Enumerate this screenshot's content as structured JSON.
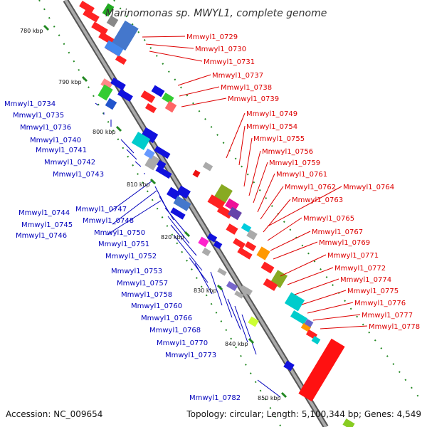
{
  "title": "Marinomonas sp. MWYL1, complete genome",
  "accession": "Accession: NC_009654",
  "summary": "Topology: circular; Length: 5,100,344 bp; Genes: 4,549",
  "colors": {
    "forward_label": "#dd0000",
    "reverse_label": "#0000bb",
    "backbone": "#888888",
    "tick": "#228822"
  },
  "ticks": [
    "780 kbp",
    "790 kbp",
    "800 kbp",
    "810 kbp",
    "820 kbp",
    "830 kbp",
    "840 kbp",
    "850 kbp"
  ],
  "forward_labels": [
    "Mmwyl1_0729",
    "Mmwyl1_0730",
    "Mmwyl1_0731",
    "Mmwyl1_0737",
    "Mmwyl1_0738",
    "Mmwyl1_0739",
    "Mmwyl1_0749",
    "Mmwyl1_0754",
    "Mmwyl1_0755",
    "Mmwyl1_0756",
    "Mmwyl1_0759",
    "Mmwyl1_0761",
    "Mmwyl1_0762",
    "Mmwyl1_0764",
    "Mmwyl1_0763",
    "Mmwyl1_0765",
    "Mmwyl1_0767",
    "Mmwyl1_0769",
    "Mmwyl1_0771",
    "Mmwyl1_0772",
    "Mmwyl1_0774",
    "Mmwyl1_0775",
    "Mmwyl1_0776",
    "Mmwyl1_0777",
    "Mmwyl1_0778"
  ],
  "reverse_labels": [
    "Mmwyl1_0734",
    "Mmwyl1_0735",
    "Mmwyl1_0736",
    "Mmwyl1_0740",
    "Mmwyl1_0741",
    "Mmwyl1_0742",
    "Mmwyl1_0743",
    "Mmwyl1_0744",
    "Mmwyl1_0747",
    "Mmwyl1_0748",
    "Mmwyl1_0745",
    "Mmwyl1_0746",
    "Mmwyl1_0750",
    "Mmwyl1_0751",
    "Mmwyl1_0752",
    "Mmwyl1_0753",
    "Mmwyl1_0757",
    "Mmwyl1_0758",
    "Mmwyl1_0760",
    "Mmwyl1_0766",
    "Mmwyl1_0768",
    "Mmwyl1_0770",
    "Mmwyl1_0773",
    "Mmwyl1_0782"
  ]
}
